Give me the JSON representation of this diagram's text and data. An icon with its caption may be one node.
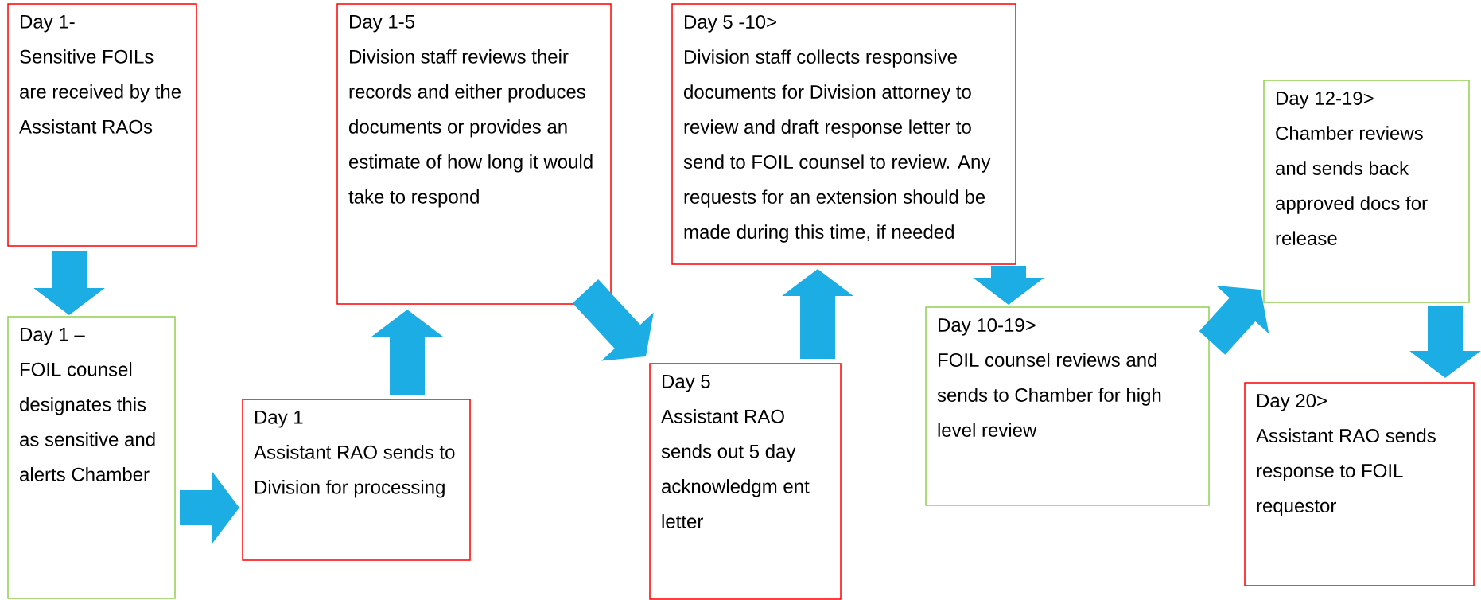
{
  "diagram": {
    "nodes": [
      {
        "text": [
          "Day 1-",
          "Sensitive FOILs are received by the Assistant RAOs"
        ]
      },
      {
        "text": [
          "Day 1 –",
          "FOIL counsel designates this as sensitive and alerts Chamber"
        ]
      },
      {
        "text": [
          "Day 1",
          "Assistant RAO sends to Division for processing"
        ]
      },
      {
        "text": [
          "Day 1-5",
          "Division staff reviews their records and either produces documents or provides an estimate of how long it would take to respond"
        ]
      },
      {
        "text": [
          "Day 5",
          "Assistant RAO sends out 5 day acknowledgm ent letter"
        ]
      },
      {
        "text": [
          "Day 5 -10>",
          "Division staff collects responsive documents for Division attorney to review and draft response letter to send to FOIL counsel to review. Any requests for an extension should be made during this time, if needed"
        ]
      },
      {
        "text": [
          "Day 10-19>",
          "FOIL counsel reviews and sends to Chamber for high level review"
        ]
      },
      {
        "text": [
          "Day 12-19>",
          "Chamber reviews and sends back approved docs for release"
        ]
      },
      {
        "text": [
          "Day 20>",
          "Assistant RAO sends response to FOIL requestor"
        ]
      }
    ],
    "edges": [
      {
        "from": 0,
        "to": 1,
        "arrow": "to"
      },
      {
        "from": 1,
        "to": 2,
        "arrow": "to"
      },
      {
        "from": 2,
        "to": 3,
        "arrow": "to"
      },
      {
        "from": 3,
        "to": 4,
        "arrow": "to"
      },
      {
        "from": 4,
        "to": 5,
        "arrow": "to"
      },
      {
        "from": 5,
        "to": 6,
        "arrow": "to"
      },
      {
        "from": 6,
        "to": 7,
        "arrow": "to"
      },
      {
        "from": 7,
        "to": 8,
        "arrow": "to"
      }
    ]
  }
}
